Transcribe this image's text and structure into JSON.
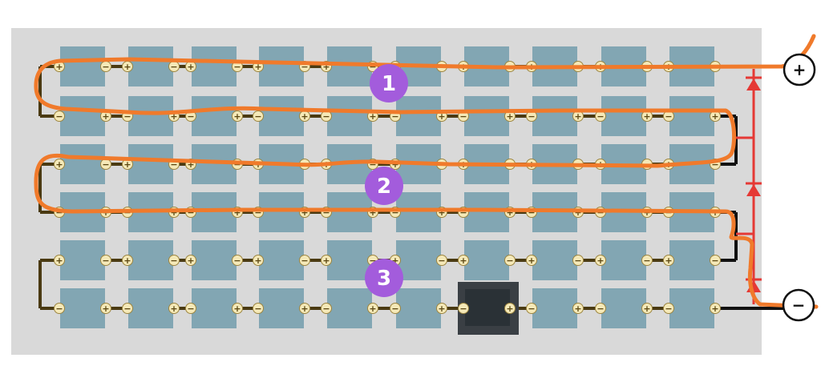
{
  "colors": {
    "background": "#ffffff",
    "panel": "#d9d9d9",
    "cell": "#82a6b3",
    "wire": "#4a3a12",
    "bus_wire": "#111111",
    "terminal_fill": "#f5e9b8",
    "terminal_stroke": "#9c8540",
    "terminal_text": "#5a4510",
    "diode": "#e53935",
    "highlight_path": "#f07a2b",
    "badge": "#a35cdc",
    "badge_text": "#ffffff",
    "shaded_cell_outer": "#3a3f44",
    "shaded_cell_inner": "#2a3136"
  },
  "labels": {
    "string_1": "1",
    "string_2": "2",
    "string_3": "3",
    "terminal_pos": "+",
    "terminal_neg": "−",
    "pole_pos": "+",
    "pole_neg": "−"
  },
  "grid": {
    "rows": 6,
    "columns": 10,
    "strings": 3,
    "rows_per_string": 2
  },
  "shaded_cell": {
    "row": 6,
    "column": 7
  },
  "bypass_diodes": 3,
  "icons": {
    "positive_output": "plus-circle-icon",
    "negative_output": "minus-circle-icon",
    "diode": "diode-triangle-icon"
  }
}
